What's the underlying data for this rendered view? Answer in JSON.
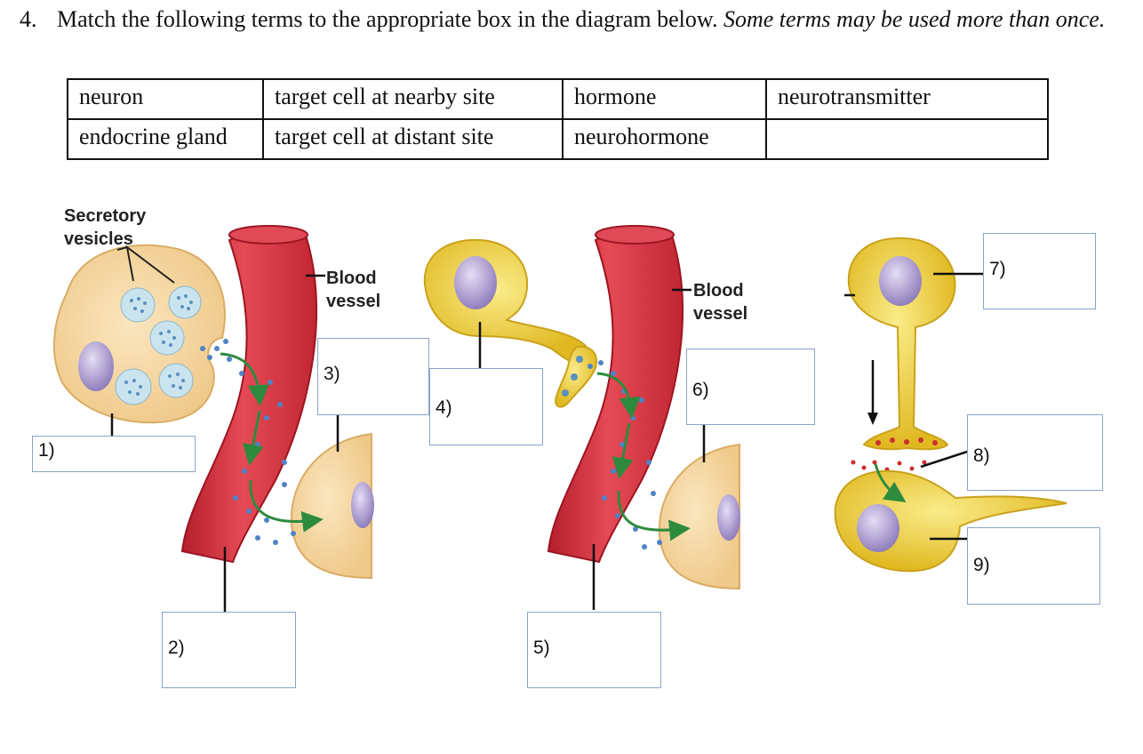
{
  "question": {
    "number": "4.",
    "text": "Match the following terms to the appropriate box in the diagram below.",
    "note": "Some terms may be used more than once."
  },
  "terms_table": [
    [
      "neuron",
      "target cell at nearby site",
      "hormone",
      "neurotransmitter"
    ],
    [
      "endocrine gland",
      "target cell at distant site",
      "neurohormone",
      ""
    ]
  ],
  "diagram_labels": {
    "secretory_vesicles": "Secretory vesicles",
    "blood_vessel_1": "Blood vessel",
    "blood_vessel_2": "Blood vessel"
  },
  "answer_boxes": [
    "1)",
    "2)",
    "3)",
    "4)",
    "5)",
    "6)",
    "7)",
    "8)",
    "9)"
  ],
  "colors": {
    "blood_vessel": "#d8323f",
    "gland_cell": "#f7dcaa",
    "neuron": "#f2d33a",
    "nucleus": "#9b8cc4",
    "arrow": "#2e8b3e",
    "box_border": "#8aa4c8"
  }
}
